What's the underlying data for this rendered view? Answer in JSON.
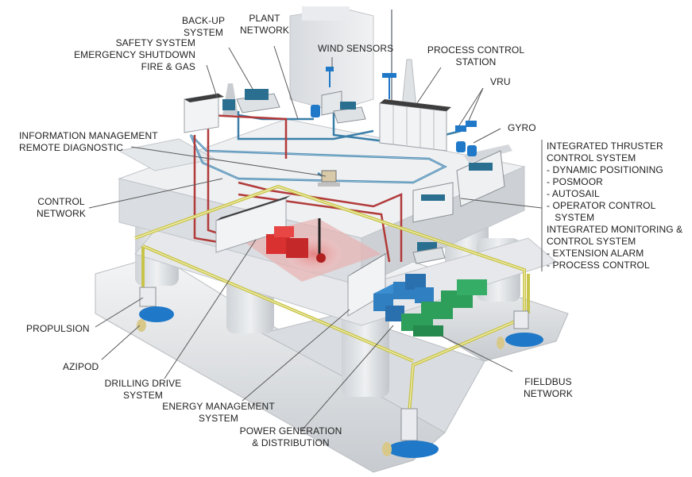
{
  "labels": {
    "backup_system": "BACK-UP\nSYSTEM",
    "plant_network": "PLANT\nNETWORK",
    "safety_system": "SAFETY SYSTEM\nEMERGENCY SHUTDOWN\nFIRE & GAS",
    "wind_sensors": "WIND SENSORS",
    "process_control_station": "PROCESS CONTROL\nSTATION",
    "vru": "VRU",
    "gyro": "GYRO",
    "information_management": "INFORMATION MANAGEMENT\nREMOTE DIAGNOSTIC",
    "control_network": "CONTROL\nNETWORK",
    "integrated_systems": "INTEGRATED THRUSTER\nCONTROL SYSTEM\n- DYNAMIC POSITIONING\n- POSMOOR\n- AUTOSAIL\n- OPERATOR CONTROL\n   SYSTEM\nINTEGRATED MONITORING &\nCONTROL SYSTEM\n- EXTENSION ALARM\n- PROCESS CONTROL",
    "propulsion": "PROPULSION",
    "azipod": "AZIPOD",
    "drilling_drive": "DRILLING DRIVE\nSYSTEM",
    "energy_management": "ENERGY MANAGEMENT\nSYSTEM",
    "power_generation": "POWER GENERATION\n& DISTRIBUTION",
    "fieldbus_network": "FIELDBUS\nNETWORK"
  },
  "colors": {
    "hull": "#eceef0",
    "hull_shade": "#c9cdd1",
    "column": "#dfe2e5",
    "control_network": "#3b7fa8",
    "plant_network": "#b23a3a",
    "fieldbus_network": "#c8c44a",
    "drilling_equipment": "#d93030",
    "energy_equipment": "#2f7fc1",
    "power_equipment": "#2e9e5b",
    "thruster": "#1f78c8"
  }
}
